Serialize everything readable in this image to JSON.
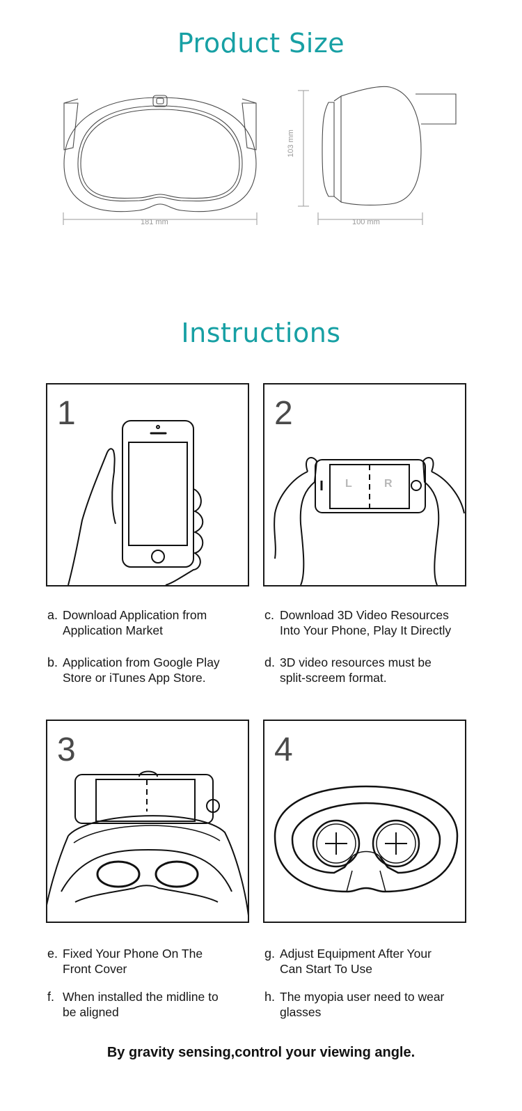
{
  "product_size": {
    "title": "Product Size",
    "dimensions": {
      "front_width": "181 mm",
      "side_height": "103 mm",
      "side_depth": "100 mm"
    }
  },
  "instructions": {
    "title": "Instructions",
    "panels": [
      {
        "number": "1",
        "illustration": "hand-holding-phone-icon"
      },
      {
        "number": "2",
        "illustration": "hands-holding-phone-landscape-icon",
        "screen_left": "L",
        "screen_right": "R"
      },
      {
        "number": "3",
        "illustration": "phone-in-vr-headset-icon"
      },
      {
        "number": "4",
        "illustration": "vr-headset-lenses-icon"
      }
    ],
    "steps": [
      {
        "letter": "a.",
        "lines": [
          "Download Application from",
          "Application Market"
        ]
      },
      {
        "letter": "b.",
        "lines": [
          "Application from Google Play",
          "Store or iTunes App Store."
        ]
      },
      {
        "letter": "c.",
        "lines": [
          "Download 3D Video Resources",
          "Into Your Phone, Play It Directly"
        ]
      },
      {
        "letter": "d.",
        "lines": [
          "3D video resources  must  be",
          "split-screem  format."
        ]
      },
      {
        "letter": "e.",
        "lines": [
          "Fixed Your Phone On The",
          "Front Cover"
        ]
      },
      {
        "letter": "f.",
        "lines": [
          "When installed the midline to",
          "be aligned"
        ]
      },
      {
        "letter": "g.",
        "lines": [
          "Adjust Equipment After Your",
          "Can Start To Use"
        ]
      },
      {
        "letter": "h.",
        "lines": [
          "The myopia user need to wear",
          "glasses"
        ]
      }
    ]
  },
  "footer": "By gravity sensing,control your viewing angle.",
  "colors": {
    "heading": "#17a0a4",
    "text": "#161616",
    "dimension": "#9a9a9a"
  }
}
